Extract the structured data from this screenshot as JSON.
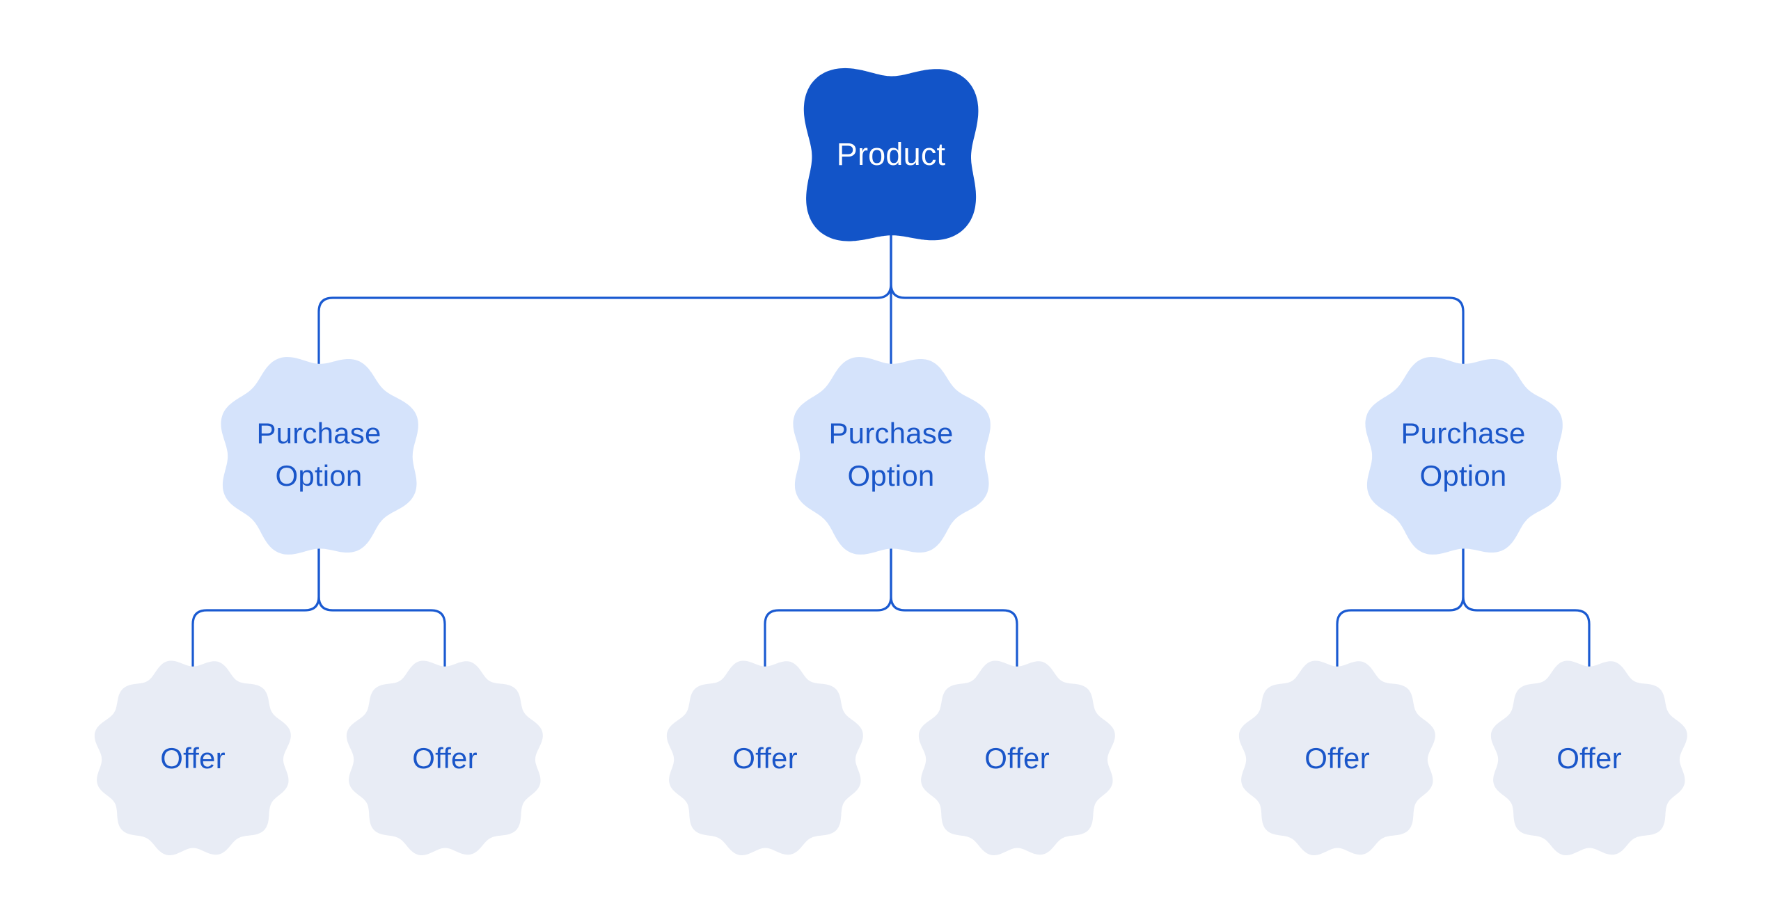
{
  "colors": {
    "background": "#FFFFFF",
    "connector": "#1A5AD1",
    "product_fill": "#1254C8",
    "product_text": "#FFFFFF",
    "purchase_option_fill": "#D5E3FB",
    "offer_fill": "#E8ECF5",
    "label_text": "#1A56C9"
  },
  "tree": {
    "root": {
      "label": "Product"
    },
    "purchase_options": [
      {
        "label": "Purchase Option",
        "offers": [
          {
            "label": "Offer"
          },
          {
            "label": "Offer"
          }
        ]
      },
      {
        "label": "Purchase Option",
        "offers": [
          {
            "label": "Offer"
          },
          {
            "label": "Offer"
          }
        ]
      },
      {
        "label": "Purchase Option",
        "offers": [
          {
            "label": "Offer"
          },
          {
            "label": "Offer"
          }
        ]
      }
    ]
  }
}
